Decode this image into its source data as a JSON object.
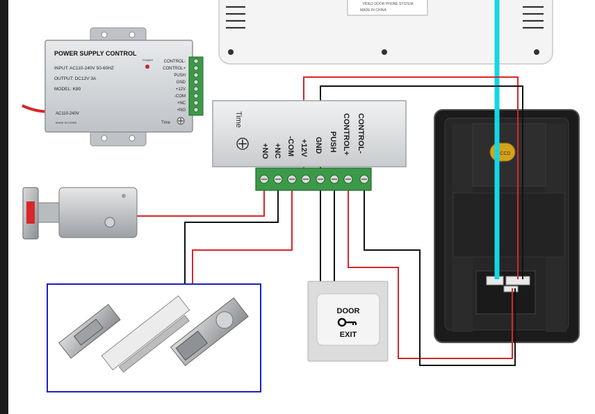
{
  "power_supply": {
    "title": "POWER SUPPLY CONTROL",
    "input": "INPUT: AC110-240V  50-60HZ",
    "output": "OUTPUT: DC12V  3A",
    "model": "MODEL: K80",
    "ac_label": "AC110-240V",
    "made_in": "MADE IN CHINA",
    "power_led_label": "POWER",
    "time_label": "Time",
    "terminals": [
      "CONTROL-",
      "CONTROL+",
      "PUSH",
      "GND",
      "+12V",
      "-COM",
      "+NC",
      "+NO"
    ]
  },
  "terminal_block": {
    "time_label": "Time",
    "labels": [
      "+NO",
      "+NC",
      "-COM",
      "+12V",
      "GND",
      "PUSH",
      "CONTROL+",
      "CONTROL-"
    ]
  },
  "exit_button": {
    "line1": "DOOR",
    "line2": "EXIT"
  },
  "outdoor_unit": {
    "badge": "Ø-CCD"
  },
  "monitor": {
    "label_line1": "VIDEO DOOR PHONE SYSTEM",
    "label_line2": "MADE IN CHINA"
  },
  "colors": {
    "red_wire": "#d8262a",
    "black_wire": "#111111",
    "cyan_cable": "#13d6e6",
    "terminal_green": "#3b9a47",
    "lock_frame": "#1a1fbf"
  }
}
